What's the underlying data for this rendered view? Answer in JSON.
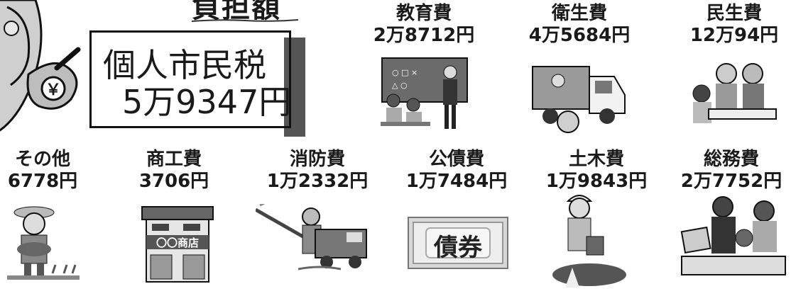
{
  "header": {
    "title_fragment": "負担額"
  },
  "tax": {
    "name": "個人市民税",
    "amount": "5万9347円"
  },
  "items_top": [
    {
      "name": "教育費",
      "amount": "2万8712円",
      "icon": "teacher-classroom-icon"
    },
    {
      "name": "衛生費",
      "amount": "4万5684円",
      "icon": "garbage-truck-icon"
    },
    {
      "name": "民生費",
      "amount": "12万94円",
      "icon": "elderly-care-icon"
    }
  ],
  "items_bottom": [
    {
      "name": "その他",
      "amount": "6778円",
      "icon": "farmer-icon"
    },
    {
      "name": "商工費",
      "amount": "3706円",
      "icon": "shop-icon"
    },
    {
      "name": "消防費",
      "amount": "1万2332円",
      "icon": "firefighter-icon"
    },
    {
      "name": "公債費",
      "amount": "1万7484円",
      "icon": "bond-certificate-icon"
    },
    {
      "name": "土木費",
      "amount": "1万9843円",
      "icon": "construction-worker-icon"
    },
    {
      "name": "総務費",
      "amount": "2万7752円",
      "icon": "office-workers-icon"
    }
  ],
  "bond_label": "債券",
  "shop_sign": "〇〇商店",
  "mascot": {
    "icon": "mascot-pointing-icon",
    "badge": "￥"
  }
}
